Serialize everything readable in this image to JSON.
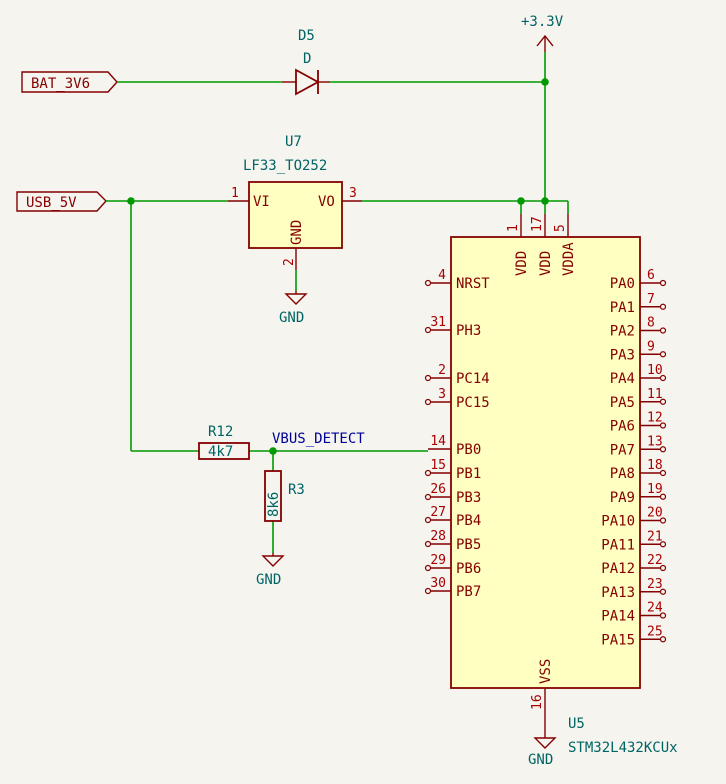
{
  "colors": {
    "background": "#f5f4ef",
    "wire": "#009900",
    "component_outline": "#840000",
    "component_fill": "#ffffc2",
    "reference_text": "#006464",
    "net_label": "#000099"
  },
  "global_labels": {
    "bat": "BAT_3V6",
    "usb": "USB_5V"
  },
  "net_labels": {
    "vbus_detect": "VBUS_DETECT"
  },
  "power": {
    "vcc": "+3.3V",
    "gnd_u7": "GND",
    "gnd_r3": "GND",
    "gnd_u5": "GND"
  },
  "d5": {
    "ref": "D5",
    "value": "D"
  },
  "u7": {
    "ref": "U7",
    "value": "LF33_TO252",
    "pins": {
      "vi": "VI",
      "vo": "VO",
      "gnd": "GND"
    },
    "pin_numbers": {
      "vi": "1",
      "vo": "3",
      "gnd": "2"
    }
  },
  "r12": {
    "ref": "R12",
    "value": "4k7"
  },
  "r3": {
    "ref": "R3",
    "value": "8k6"
  },
  "u5": {
    "ref": "U5",
    "value": "STM32L432KCUx",
    "top_pins": [
      {
        "name": "VDD",
        "num": "1"
      },
      {
        "name": "VDD",
        "num": "17"
      },
      {
        "name": "VDDA",
        "num": "5"
      }
    ],
    "bottom_pin": {
      "name": "VSS",
      "num": "16"
    },
    "left_pins": [
      {
        "name": "NRST",
        "num": "4"
      },
      {
        "name": "PH3",
        "num": "31"
      },
      {
        "name": "PC14",
        "num": "2"
      },
      {
        "name": "PC15",
        "num": "3"
      },
      {
        "name": "PB0",
        "num": "14"
      },
      {
        "name": "PB1",
        "num": "15"
      },
      {
        "name": "PB3",
        "num": "26"
      },
      {
        "name": "PB4",
        "num": "27"
      },
      {
        "name": "PB5",
        "num": "28"
      },
      {
        "name": "PB6",
        "num": "29"
      },
      {
        "name": "PB7",
        "num": "30"
      }
    ],
    "right_pins": [
      {
        "name": "PA0",
        "num": "6"
      },
      {
        "name": "PA1",
        "num": "7"
      },
      {
        "name": "PA2",
        "num": "8"
      },
      {
        "name": "PA3",
        "num": "9"
      },
      {
        "name": "PA4",
        "num": "10"
      },
      {
        "name": "PA5",
        "num": "11"
      },
      {
        "name": "PA6",
        "num": "12"
      },
      {
        "name": "PA7",
        "num": "13"
      },
      {
        "name": "PA8",
        "num": "18"
      },
      {
        "name": "PA9",
        "num": "19"
      },
      {
        "name": "PA10",
        "num": "20"
      },
      {
        "name": "PA11",
        "num": "21"
      },
      {
        "name": "PA12",
        "num": "22"
      },
      {
        "name": "PA13",
        "num": "23"
      },
      {
        "name": "PA14",
        "num": "24"
      },
      {
        "name": "PA15",
        "num": "25"
      }
    ]
  }
}
